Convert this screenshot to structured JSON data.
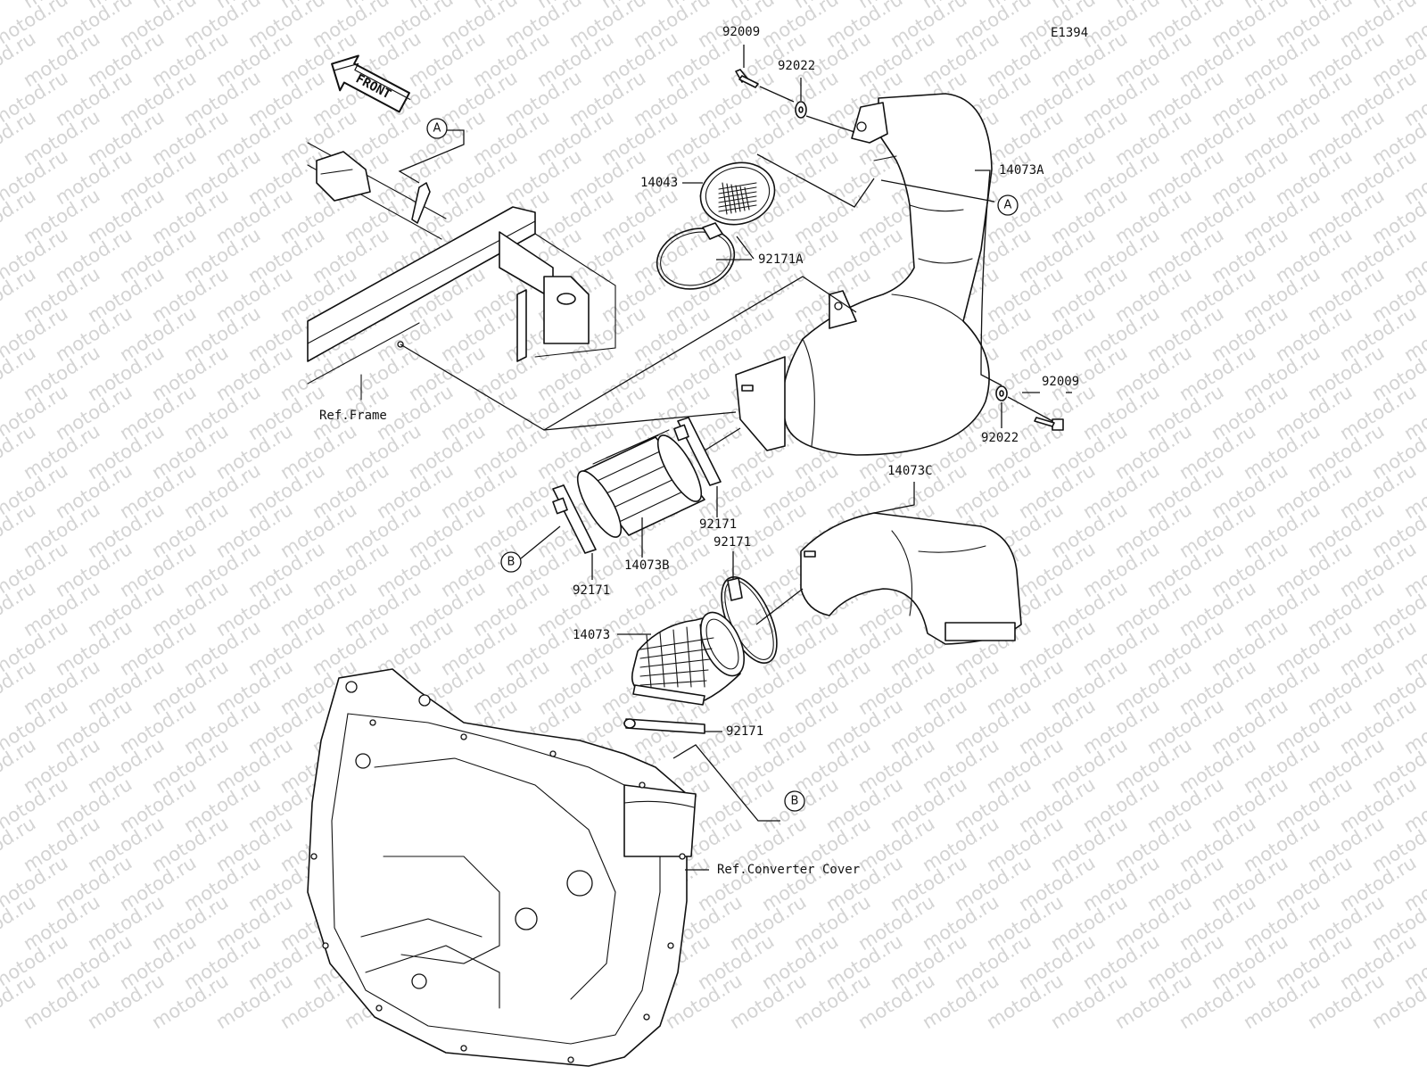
{
  "diagram": {
    "code": "E1394",
    "watermark": "motod.ru",
    "direction": "FRONT",
    "refs": {
      "frame": "Ref.Frame",
      "converter_cover": "Ref.Converter Cover"
    },
    "callouts": [
      "A",
      "A",
      "B",
      "B"
    ],
    "parts": [
      "92009",
      "92022",
      "14043",
      "14073A",
      "92171A",
      "92009",
      "92022",
      "14073C",
      "92171",
      "14073B",
      "92171",
      "92171",
      "14073",
      "92171"
    ]
  }
}
